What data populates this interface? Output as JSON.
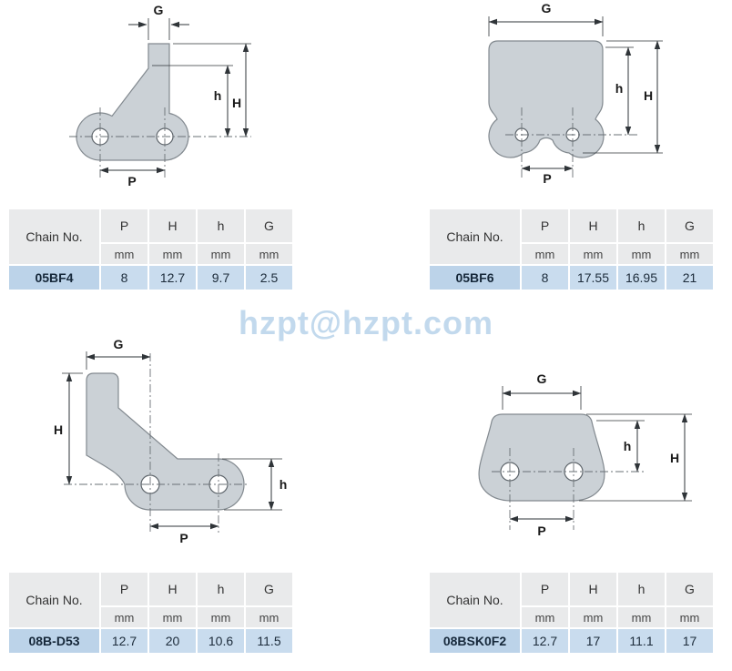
{
  "watermark": "hzpt@hzpt.com",
  "units_label": "mm",
  "colors": {
    "plate_fill": "#cbd1d6",
    "table_header_bg": "#e9eaeb",
    "table_data_bg": "#c9dcee",
    "watermark_blue": "#b3d0e9"
  },
  "dim_labels": {
    "G": "G",
    "H": "H",
    "h": "h",
    "P": "P"
  },
  "table_headers": {
    "chain_no": "Chain No.",
    "P": "P",
    "H": "H",
    "h": "h",
    "G": "G"
  },
  "tables": [
    {
      "chain_no": "05BF4",
      "P": "8",
      "H": "12.7",
      "h": "9.7",
      "G": "2.5"
    },
    {
      "chain_no": "05BF6",
      "P": "8",
      "H": "17.55",
      "h": "16.95",
      "G": "21"
    },
    {
      "chain_no": "08B-D53",
      "P": "12.7",
      "H": "20",
      "h": "10.6",
      "G": "11.5"
    },
    {
      "chain_no": "08BSK0F2",
      "P": "12.7",
      "H": "17",
      "h": "11.1",
      "G": "17"
    }
  ]
}
